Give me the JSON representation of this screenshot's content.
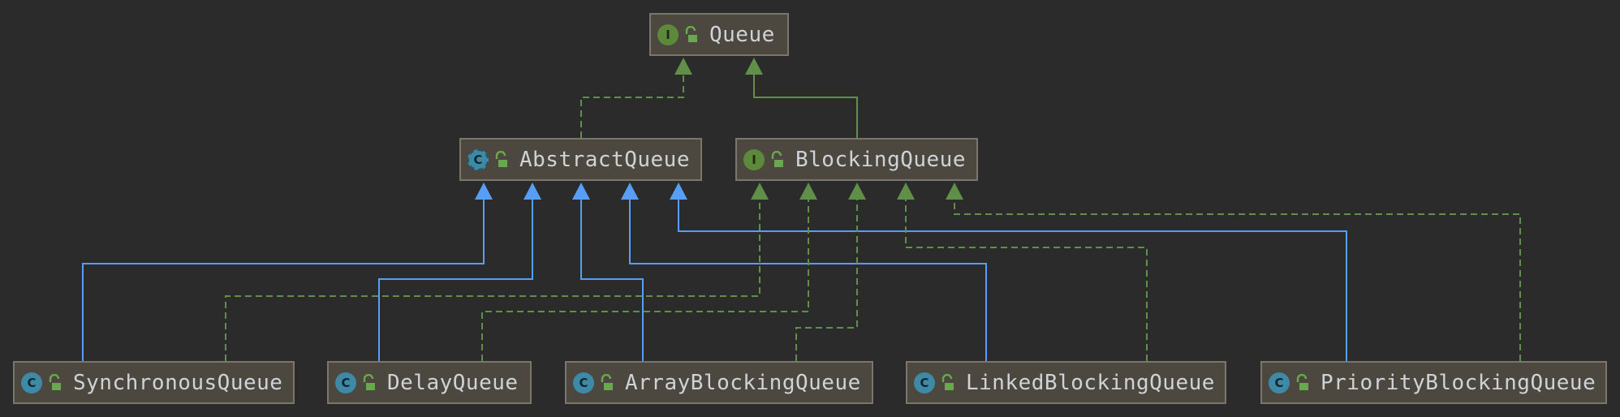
{
  "diagram": {
    "nodes": [
      {
        "id": "queue",
        "label": "Queue",
        "kind": "interface",
        "kind_letter": "I"
      },
      {
        "id": "abstract-queue",
        "label": "AbstractQueue",
        "kind": "abstract-class",
        "kind_letter": "C"
      },
      {
        "id": "blocking-queue",
        "label": "BlockingQueue",
        "kind": "interface",
        "kind_letter": "I"
      },
      {
        "id": "synchronous-queue",
        "label": "SynchronousQueue",
        "kind": "class",
        "kind_letter": "C"
      },
      {
        "id": "delay-queue",
        "label": "DelayQueue",
        "kind": "class",
        "kind_letter": "C"
      },
      {
        "id": "array-blocking-queue",
        "label": "ArrayBlockingQueue",
        "kind": "class",
        "kind_letter": "C"
      },
      {
        "id": "linked-blocking-queue",
        "label": "LinkedBlockingQueue",
        "kind": "class",
        "kind_letter": "C"
      },
      {
        "id": "priority-blocking-queue",
        "label": "PriorityBlockingQueue",
        "kind": "class",
        "kind_letter": "C"
      }
    ],
    "edges": [
      {
        "from": "abstract-queue",
        "to": "queue",
        "type": "implements"
      },
      {
        "from": "blocking-queue",
        "to": "queue",
        "type": "extends-interface"
      },
      {
        "from": "synchronous-queue",
        "to": "abstract-queue",
        "type": "extends"
      },
      {
        "from": "delay-queue",
        "to": "abstract-queue",
        "type": "extends"
      },
      {
        "from": "array-blocking-queue",
        "to": "abstract-queue",
        "type": "extends"
      },
      {
        "from": "linked-blocking-queue",
        "to": "abstract-queue",
        "type": "extends"
      },
      {
        "from": "priority-blocking-queue",
        "to": "abstract-queue",
        "type": "extends"
      },
      {
        "from": "synchronous-queue",
        "to": "blocking-queue",
        "type": "implements"
      },
      {
        "from": "delay-queue",
        "to": "blocking-queue",
        "type": "implements"
      },
      {
        "from": "array-blocking-queue",
        "to": "blocking-queue",
        "type": "implements"
      },
      {
        "from": "linked-blocking-queue",
        "to": "blocking-queue",
        "type": "implements"
      },
      {
        "from": "priority-blocking-queue",
        "to": "blocking-queue",
        "type": "implements"
      }
    ],
    "colors": {
      "background": "#2b2b2b",
      "extends_edge": "#589df6",
      "interface_edge": "#5f8f48",
      "node_fill": "#4c483f",
      "node_border": "#7a766b",
      "text": "#cfd3d8"
    }
  }
}
